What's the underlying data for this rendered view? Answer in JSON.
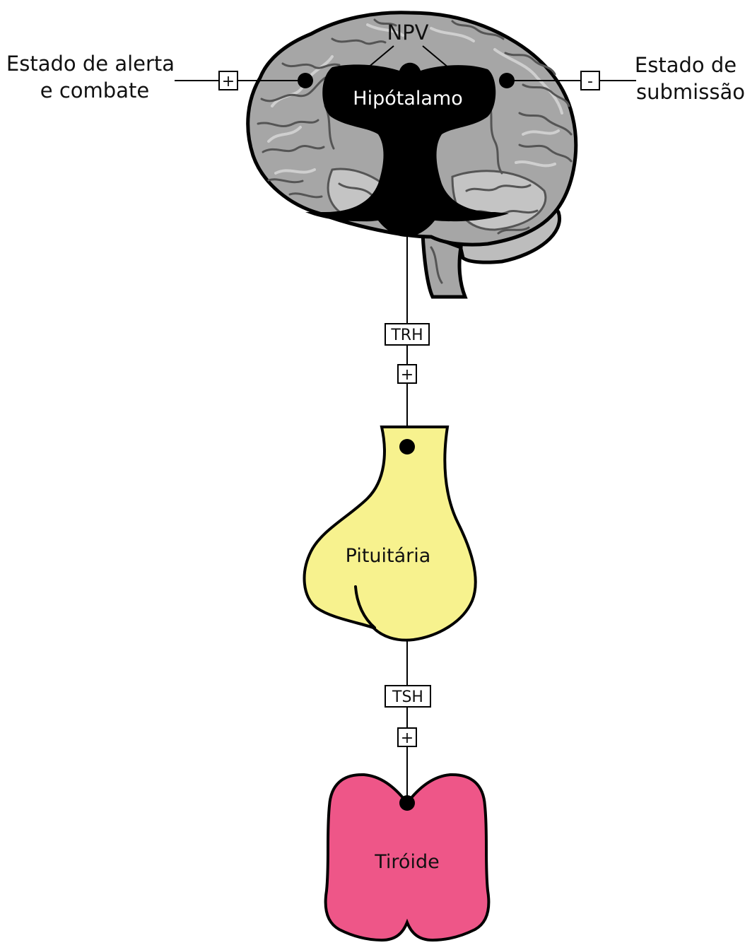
{
  "labels": {
    "left_stimulus_line1": "Estado de alerta",
    "left_stimulus_line2": "e combate",
    "right_stimulus_line1": "Estado de",
    "right_stimulus_line2": "submissão",
    "npv": "NPV",
    "hypothalamus": "Hipótalamo",
    "pituitary": "Pituitária",
    "thyroid": "Tiróide",
    "hormone_1": "TRH",
    "hormone_2": "TSH"
  },
  "signs": {
    "left_effect": "+",
    "right_effect": "-",
    "trh_effect": "+",
    "tsh_effect": "+"
  },
  "colors": {
    "brain": "#a6a6a6",
    "hypothalamus": "#000000",
    "pituitary": "#f7f28e",
    "thyroid": "#ee5688"
  }
}
